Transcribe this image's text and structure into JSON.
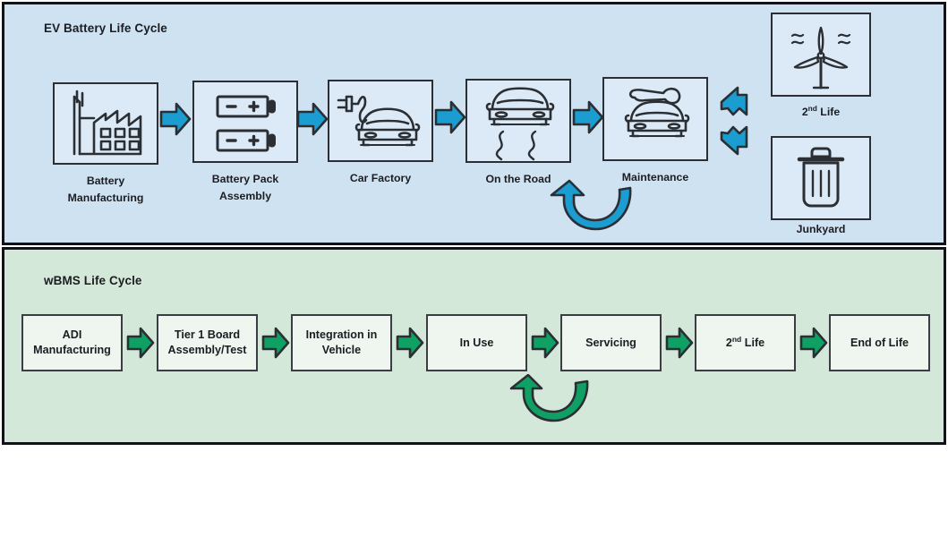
{
  "colors": {
    "ev_panel_bg": "#cfe2f1",
    "wbms_panel_bg": "#d4e8d9",
    "panel_border": "#111318",
    "card_bg": "#dbeaf6",
    "bms_card_bg": "#eef6ef",
    "blue_accent": "#1b9dd1",
    "green_accent": "#0fa064",
    "outline": "#2b2e33",
    "text": "#1b1d22"
  },
  "ev": {
    "title": "EV Battery Life Cycle",
    "stages": [
      {
        "label": "Battery\nManufacturing",
        "icon": "factory-icon"
      },
      {
        "label": "Battery Pack\nAssembly",
        "icon": "battery-cells-icon"
      },
      {
        "label": "Car Factory",
        "icon": "car-charging-plug-icon"
      },
      {
        "label": "On the Road",
        "icon": "car-winding-road-icon"
      },
      {
        "label": "Maintenance",
        "icon": "car-wrench-icon"
      }
    ],
    "outcomes": [
      {
        "label_pre": "2",
        "label_sup": "nd",
        "label_post": " Life",
        "icon": "wind-turbine-icon"
      },
      {
        "label_pre": "Junkyard",
        "label_sup": "",
        "label_post": "",
        "icon": "trash-can-icon"
      }
    ],
    "arrow_icons": [
      "arrow-right-icon",
      "arrow-right-icon",
      "arrow-right-icon",
      "arrow-right-icon",
      "arrow-up-right-icon",
      "arrow-down-right-icon",
      "arrow-loop-back-icon"
    ]
  },
  "wbms": {
    "title": "wBMS Life Cycle",
    "steps": [
      {
        "label": "ADI\nManufacturing"
      },
      {
        "label": "Tier 1 Board\nAssembly/Test"
      },
      {
        "label": "Integration in\nVehicle"
      },
      {
        "label": "In Use"
      },
      {
        "label": "Servicing"
      },
      {
        "label": "2|nd| Life"
      },
      {
        "label": "End of Life"
      }
    ],
    "arrow_icons": [
      "arrow-right-icon",
      "arrow-right-icon",
      "arrow-right-icon",
      "arrow-right-icon",
      "arrow-right-icon",
      "arrow-right-icon",
      "arrow-loop-back-icon"
    ]
  }
}
